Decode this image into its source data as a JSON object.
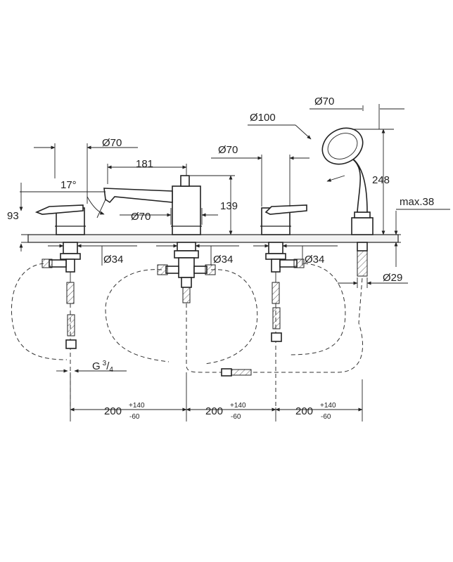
{
  "dimensions": {
    "spout_reach": "181",
    "spout_angle": "17°",
    "spout_height": "139",
    "lever_height": "93",
    "lever_rosette_dia": "Ø70",
    "spout_rosette_dia": "Ø70",
    "right_handle_dia": "Ø70",
    "shower_head_dia": "Ø70",
    "shower_swing_dia": "Ø100",
    "shower_height": "248",
    "deck_max": "max.38",
    "shower_hole_dia": "Ø29",
    "hole_dia_left": "Ø34",
    "hole_dia_center": "Ø34",
    "hole_dia_right": "Ø34",
    "thread": "G",
    "thread_num": "3",
    "thread_den": "4",
    "spacing": [
      {
        "base": "200",
        "plus": "+140",
        "minus": "-60"
      },
      {
        "base": "200",
        "plus": "+140",
        "minus": "-60"
      },
      {
        "base": "200",
        "plus": "+140",
        "minus": "-60"
      }
    ]
  }
}
